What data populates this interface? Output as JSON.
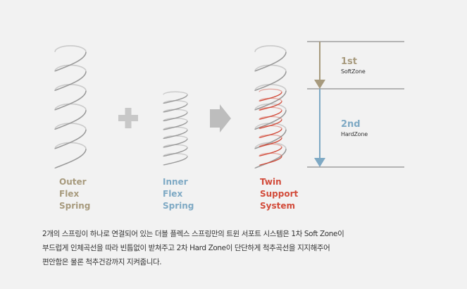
{
  "colors": {
    "outer": "#a79a7d",
    "inner": "#7ea9c4",
    "twin": "#d24b3a",
    "coil": "#9a9a9a",
    "plus": "#c8c8c8",
    "arrow": "#bdbdbd",
    "zone1": "#a79a7d",
    "zone2": "#7ea9c4",
    "line": "#777777"
  },
  "springs": {
    "outer": {
      "lines": [
        "Outer",
        "Flex",
        "Spring"
      ]
    },
    "inner": {
      "lines": [
        "Inner",
        "Flex",
        "Spring"
      ]
    },
    "twin": {
      "lines": [
        "Twin",
        "Support",
        "System"
      ]
    }
  },
  "icons": {
    "plus": "plus-icon",
    "arrow": "arrow-right-icon"
  },
  "zones": {
    "first": {
      "title": "1st",
      "subtitle": "SoftZone"
    },
    "second": {
      "title": "2nd",
      "subtitle": "HardZone"
    }
  },
  "description": [
    "2개의 스프링이 하나로 연결되어 있는 더블 플렉스 스프링만의 트윈 서포트 시스템은 1차 Soft Zone이",
    "부드럽게 인체곡선을 따라 빈틈없이 받쳐주고 2차 Hard Zone이 단단하게 척추곡선을 지지해주어",
    "편안함은 물론 척추건강까지 지켜줍니다."
  ]
}
